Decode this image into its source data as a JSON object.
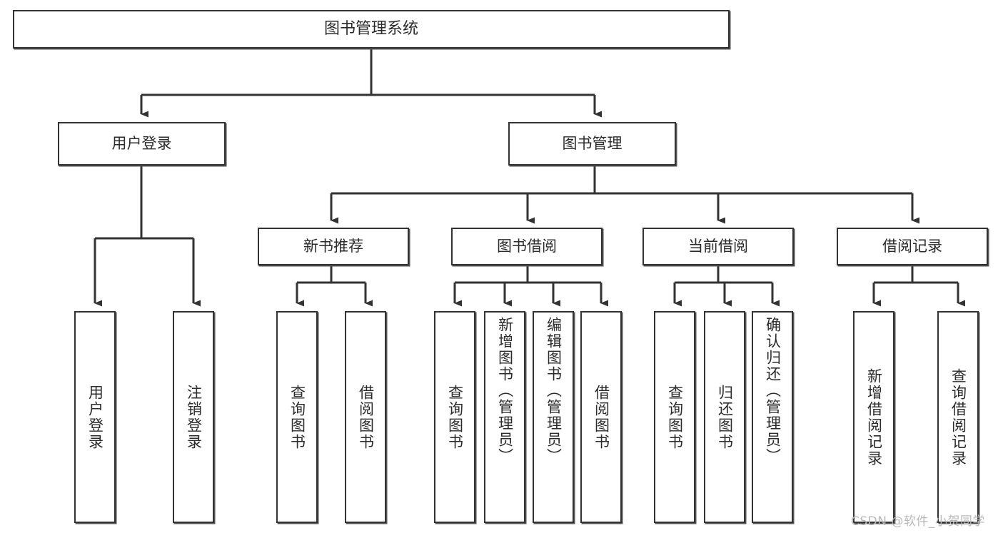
{
  "diagram": {
    "title": "图书管理系统",
    "type": "tree-hierarchy",
    "stroke_color": "#333333",
    "box_fill": "#ffffff",
    "text_color": "#2b2b2b",
    "levels": {
      "level1": [
        "图书管理系统"
      ],
      "level2": [
        "用户登录",
        "图书管理"
      ],
      "level3": [
        "新书推荐",
        "图书借阅",
        "当前借阅",
        "借阅记录"
      ],
      "level4": [
        "用户登录",
        "注销登录",
        "查询图书",
        "借阅图书",
        "查询图书",
        "新增图书（管理员）",
        "编辑图书（管理员）",
        "借阅图书",
        "查询图书",
        "归还图书",
        "确认归还（管理员）",
        "新增借阅记录",
        "查询借阅记录"
      ]
    },
    "nodes": {
      "root": {
        "label": "图书管理系统"
      },
      "user_login": {
        "label": "用户登录"
      },
      "book_manage": {
        "label": "图书管理"
      },
      "new_book_rec": {
        "label": "新书推荐"
      },
      "book_borrow": {
        "label": "图书借阅"
      },
      "current_borrow": {
        "label": "当前借阅"
      },
      "borrow_record": {
        "label": "借阅记录"
      },
      "leaf_user_login": {
        "label": "用户登录"
      },
      "leaf_logout": {
        "label": "注销登录"
      },
      "leaf_query_book_1": {
        "label": "查询图书"
      },
      "leaf_borrow_book_1": {
        "label": "借阅图书"
      },
      "leaf_query_book_2": {
        "label": "查询图书"
      },
      "leaf_add_book": {
        "label": "新增图书（管理员）"
      },
      "leaf_edit_book": {
        "label": "编辑图书（管理员）"
      },
      "leaf_borrow_book_2": {
        "label": "借阅图书"
      },
      "leaf_query_book_3": {
        "label": "查询图书"
      },
      "leaf_return_book": {
        "label": "归还图书"
      },
      "leaf_confirm_return": {
        "label": "确认归还（管理员）"
      },
      "leaf_add_record": {
        "label": "新增借阅记录"
      },
      "leaf_query_record": {
        "label": "查询借阅记录"
      }
    },
    "edges": [
      {
        "from": "root",
        "to": "user_login"
      },
      {
        "from": "root",
        "to": "book_manage"
      },
      {
        "from": "user_login",
        "to": "leaf_user_login"
      },
      {
        "from": "user_login",
        "to": "leaf_logout"
      },
      {
        "from": "book_manage",
        "to": "new_book_rec"
      },
      {
        "from": "book_manage",
        "to": "book_borrow"
      },
      {
        "from": "book_manage",
        "to": "current_borrow"
      },
      {
        "from": "book_manage",
        "to": "borrow_record"
      },
      {
        "from": "new_book_rec",
        "to": "leaf_query_book_1"
      },
      {
        "from": "new_book_rec",
        "to": "leaf_borrow_book_1"
      },
      {
        "from": "book_borrow",
        "to": "leaf_query_book_2"
      },
      {
        "from": "book_borrow",
        "to": "leaf_add_book"
      },
      {
        "from": "book_borrow",
        "to": "leaf_edit_book"
      },
      {
        "from": "book_borrow",
        "to": "leaf_borrow_book_2"
      },
      {
        "from": "current_borrow",
        "to": "leaf_query_book_3"
      },
      {
        "from": "current_borrow",
        "to": "leaf_return_book"
      },
      {
        "from": "current_borrow",
        "to": "leaf_confirm_return"
      },
      {
        "from": "borrow_record",
        "to": "leaf_add_record"
      },
      {
        "from": "borrow_record",
        "to": "leaf_query_record"
      }
    ]
  },
  "watermark": {
    "text": "CSDN @软件_小贺同学"
  }
}
